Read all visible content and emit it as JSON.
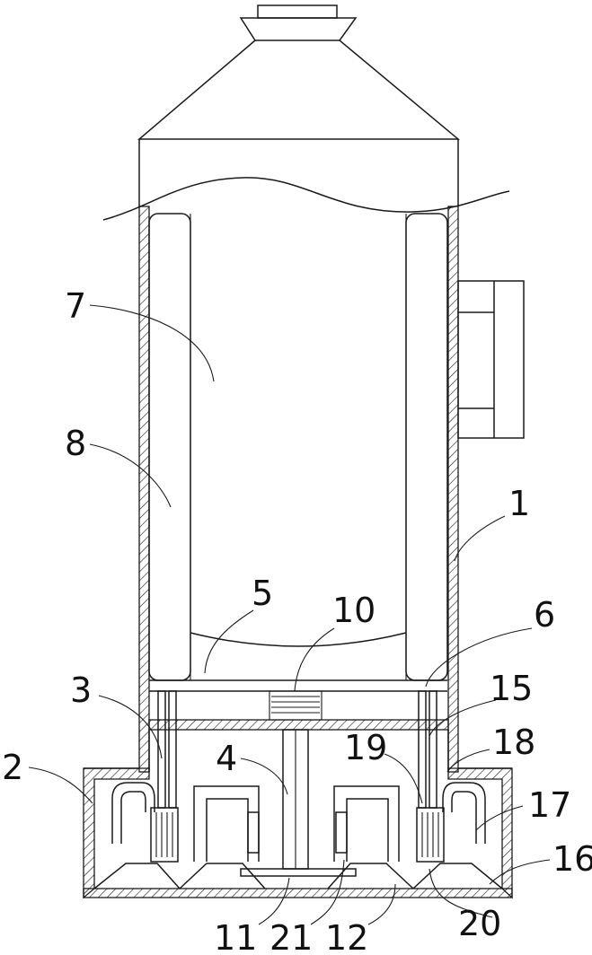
{
  "labels": {
    "l1": "1",
    "l2": "2",
    "l3": "3",
    "l4": "4",
    "l5": "5",
    "l6": "6",
    "l7": "7",
    "l8": "8",
    "l10": "10",
    "l11": "11",
    "l12": "12",
    "l15": "15",
    "l16": "16",
    "l17": "17",
    "l18": "18",
    "l19": "19",
    "l20": "20",
    "l21": "21"
  },
  "colors": {
    "line": "#1a1a1a",
    "background": "#ffffff"
  }
}
